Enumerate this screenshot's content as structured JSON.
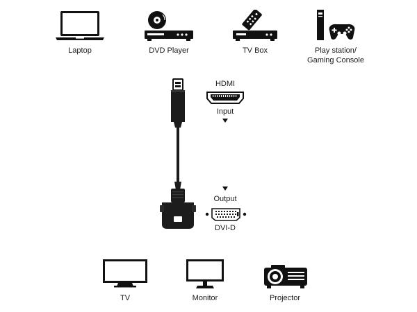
{
  "sources": [
    {
      "id": "laptop",
      "label": "Laptop"
    },
    {
      "id": "dvd",
      "label": "DVD Player"
    },
    {
      "id": "tvbox",
      "label": "TV Box"
    },
    {
      "id": "console",
      "label_line1": "Play station/",
      "label_line2": "Gaming Console"
    }
  ],
  "hdmi": {
    "title": "HDMI",
    "direction": "Input"
  },
  "dvi": {
    "direction": "Output",
    "title": "DVI-D"
  },
  "displays": [
    {
      "id": "tv",
      "label": "TV"
    },
    {
      "id": "monitor",
      "label": "Monitor"
    },
    {
      "id": "projector",
      "label": "Projector"
    }
  ],
  "colors": {
    "ink": "#111111",
    "cable": "#1c1c1c",
    "connector_metal": "#2a2a2a"
  }
}
